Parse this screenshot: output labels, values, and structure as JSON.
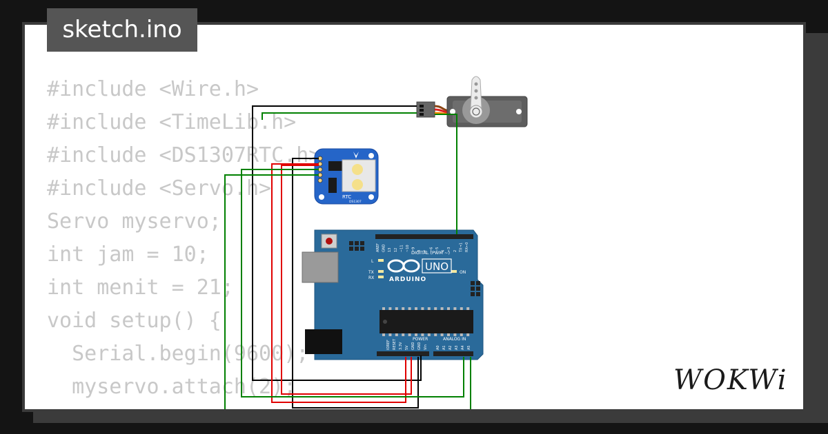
{
  "title": "sketch.ino",
  "code_lines": [
    "#include <Wire.h>",
    "#include <TimeLib.h>",
    "#include <DS1307RTC.h>",
    "#include <Servo.h>",
    "Servo myservo;",
    "int jam = 10;",
    "int menit = 21;",
    "void setup() {",
    "  Serial.begin(9600);",
    "  myservo.attach(2);"
  ],
  "logo_text": "WOKWi",
  "rtc": {
    "label": "RTC",
    "chip": "DS1307"
  },
  "arduino": {
    "brand": "ARDUINO",
    "model": "UNO",
    "digital_label": "DIGITAL (PWM ~)",
    "digital_pins": [
      "AREF",
      "GND",
      "13",
      "12",
      "~11",
      "~10",
      "~9",
      "8",
      "7",
      "~6",
      "~5",
      "4",
      "~3",
      "2",
      "TX→1",
      "RX←0"
    ],
    "power_label": "POWER",
    "power_pins": [
      "IOREF",
      "RESET",
      "3.3V",
      "5V",
      "GND",
      "GND",
      "Vin"
    ],
    "analog_label": "ANALOG IN",
    "analog_pins": [
      "A0",
      "A1",
      "A2",
      "A3",
      "A4",
      "A5"
    ],
    "led_l": "L",
    "led_tx": "TX",
    "led_rx": "RX",
    "led_on": "ON"
  },
  "colors": {
    "wire_black": "#000000",
    "wire_red": "#e00000",
    "wire_green": "#008000",
    "board_blue": "#2a6a9a",
    "rtc_blue": "#2565c8",
    "tab_bg": "#555555",
    "frame": "#3b3b3b"
  }
}
